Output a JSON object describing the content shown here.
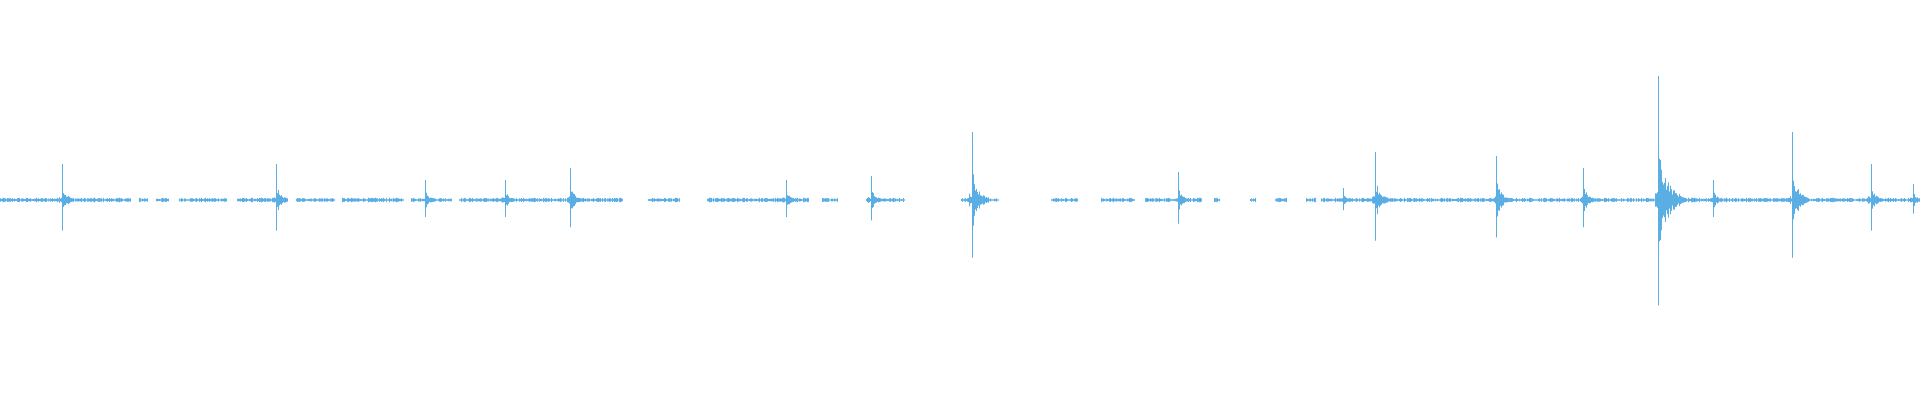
{
  "waveform": {
    "color": "#5aaee3",
    "background": "#ffffff",
    "duration_fraction_spikes": [
      {
        "t": 0.0325,
        "amp": 0.09
      },
      {
        "t": 0.1436,
        "amp": 0.09
      },
      {
        "t": 0.2212,
        "amp": 0.05
      },
      {
        "t": 0.2628,
        "amp": 0.05
      },
      {
        "t": 0.2968,
        "amp": 0.08
      },
      {
        "t": 0.4093,
        "amp": 0.05
      },
      {
        "t": 0.4535,
        "amp": 0.06
      },
      {
        "t": 0.5061,
        "amp": 0.17
      },
      {
        "t": 0.6133,
        "amp": 0.07
      },
      {
        "t": 0.6995,
        "amp": 0.03
      },
      {
        "t": 0.7159,
        "amp": 0.12
      },
      {
        "t": 0.7794,
        "amp": 0.11
      },
      {
        "t": 0.8247,
        "amp": 0.08
      },
      {
        "t": 0.8633,
        "amp": 0.31
      },
      {
        "t": 0.8923,
        "amp": 0.05
      },
      {
        "t": 0.9335,
        "amp": 0.17
      },
      {
        "t": 0.9743,
        "amp": 0.09
      },
      {
        "t": 0.9966,
        "amp": 0.04
      }
    ],
    "gaps": [
      [
        0.068,
        0.072
      ],
      [
        0.077,
        0.081
      ],
      [
        0.088,
        0.093
      ],
      [
        0.118,
        0.123
      ],
      [
        0.15,
        0.154
      ],
      [
        0.174,
        0.178
      ],
      [
        0.21,
        0.214
      ],
      [
        0.235,
        0.239
      ],
      [
        0.324,
        0.337
      ],
      [
        0.354,
        0.368
      ],
      [
        0.421,
        0.428
      ],
      [
        0.436,
        0.451
      ],
      [
        0.471,
        0.5
      ],
      [
        0.52,
        0.547
      ],
      [
        0.561,
        0.573
      ],
      [
        0.591,
        0.596
      ],
      [
        0.626,
        0.632
      ],
      [
        0.635,
        0.651
      ],
      [
        0.654,
        0.664
      ],
      [
        0.67,
        0.68
      ],
      [
        0.685,
        0.688
      ]
    ]
  }
}
